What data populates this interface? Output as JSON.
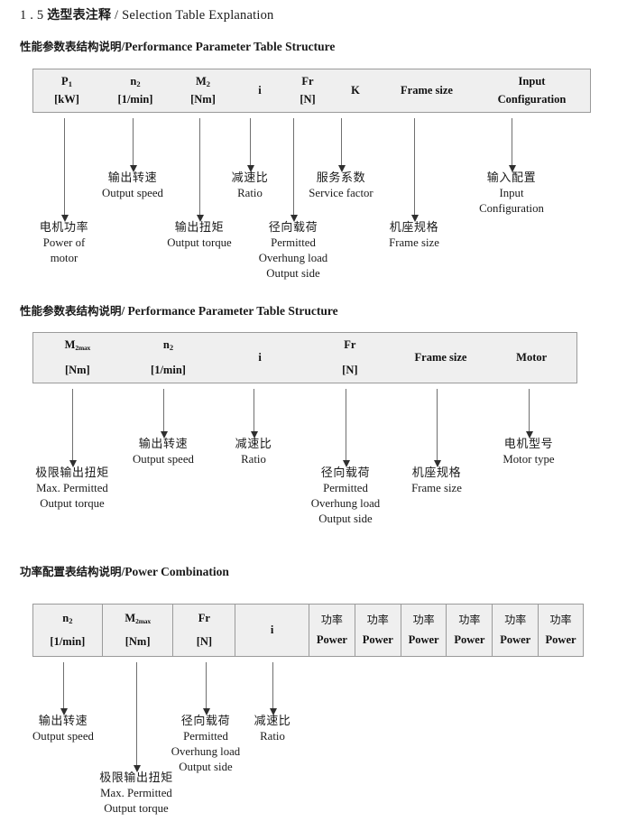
{
  "document": {
    "title_number": "1 . 5",
    "title_cn": "选型表注释",
    "title_sep": "/",
    "title_en": "Selection Table Explanation"
  },
  "sections": [
    {
      "heading_cn": "性能参数表结构说明",
      "heading_sep": "/",
      "heading_en": "Performance Parameter Table Structure",
      "table": {
        "columns": [
          {
            "line1": "P",
            "sub1": "1",
            "line2": "[kW]"
          },
          {
            "line1": "n",
            "sub1": "2",
            "line2": "[1/min]"
          },
          {
            "line1": "M",
            "sub1": "2",
            "line2": "[Nm]"
          },
          {
            "line1": "i",
            "sub1": "",
            "line2": ""
          },
          {
            "line1": "Fr",
            "sub1": "",
            "line2": "[N]"
          },
          {
            "line1": "K",
            "sub1": "",
            "line2": ""
          },
          {
            "line1": "Frame size",
            "sub1": "",
            "line2": ""
          },
          {
            "line1": "Input",
            "sub1": "",
            "line2": "Configuration"
          }
        ]
      },
      "annotations": [
        {
          "cn": "电机功率",
          "en": [
            "Power of",
            "motor"
          ]
        },
        {
          "cn": "输出转速",
          "en": [
            "Output speed"
          ]
        },
        {
          "cn": "输出扭矩",
          "en": [
            "Output torque"
          ]
        },
        {
          "cn": "减速比",
          "en": [
            "Ratio"
          ]
        },
        {
          "cn": "径向载荷",
          "en": [
            "Permitted",
            "Overhung load",
            "Output side"
          ]
        },
        {
          "cn": "服务系数",
          "en": [
            "Service factor"
          ]
        },
        {
          "cn": "机座规格",
          "en": [
            "Frame size"
          ]
        },
        {
          "cn": "输入配置",
          "en": [
            "Input",
            "Configuration"
          ]
        }
      ]
    },
    {
      "heading_cn": "性能参数表结构说明",
      "heading_sep": "/",
      "heading_en": "Performance Parameter Table Structure",
      "table": {
        "columns": [
          {
            "line1": "M",
            "sub1": "2max",
            "line2": "[Nm]"
          },
          {
            "line1": "n",
            "sub1": "2",
            "line2": "[1/min]"
          },
          {
            "line1": "i",
            "sub1": "",
            "line2": ""
          },
          {
            "line1": "Fr",
            "sub1": "",
            "line2": "[N]"
          },
          {
            "line1": "Frame size",
            "sub1": "",
            "line2": ""
          },
          {
            "line1": "Motor",
            "sub1": "",
            "line2": ""
          }
        ]
      },
      "annotations": [
        {
          "cn": "极限输出扭矩",
          "en": [
            "Max. Permitted",
            "Output  torque"
          ]
        },
        {
          "cn": "输出转速",
          "en": [
            "Output speed"
          ]
        },
        {
          "cn": "减速比",
          "en": [
            "Ratio"
          ]
        },
        {
          "cn": "径向载荷",
          "en": [
            "Permitted",
            "Overhung load",
            "Output side"
          ]
        },
        {
          "cn": "机座规格",
          "en": [
            "Frame size"
          ]
        },
        {
          "cn": "电机型号",
          "en": [
            "Motor type"
          ]
        }
      ]
    },
    {
      "heading_cn": "功率配置表结构说明",
      "heading_sep": "/",
      "heading_en": "Power Combination",
      "table": {
        "columns": [
          {
            "line1": "n",
            "sub1": "2",
            "line2": "[1/min]"
          },
          {
            "line1": "M",
            "sub1": "2max",
            "line2": "[Nm]"
          },
          {
            "line1": "Fr",
            "sub1": "",
            "line2": "[N]"
          },
          {
            "line1": "i",
            "sub1": "",
            "line2": ""
          },
          {
            "line1": "功率",
            "sub1": "",
            "line2": "Power"
          },
          {
            "line1": "功率",
            "sub1": "",
            "line2": "Power"
          },
          {
            "line1": "功率",
            "sub1": "",
            "line2": "Power"
          },
          {
            "line1": "功率",
            "sub1": "",
            "line2": "Power"
          },
          {
            "line1": "功率",
            "sub1": "",
            "line2": "Power"
          },
          {
            "line1": "功率",
            "sub1": "",
            "line2": "Power"
          }
        ]
      },
      "annotations": [
        {
          "cn": "输出转速",
          "en": [
            "Output speed"
          ]
        },
        {
          "cn": "极限输出扭矩",
          "en": [
            "Max. Permitted",
            "Output  torque"
          ]
        },
        {
          "cn": "径向载荷",
          "en": [
            "Permitted",
            "Overhung load",
            "Output side"
          ]
        },
        {
          "cn": "减速比",
          "en": [
            "Ratio"
          ]
        }
      ]
    }
  ],
  "colors": {
    "table_fill": "#efefef",
    "table_border": "#9a9a9a",
    "arrow": "#2f2f2f",
    "text": "#1a1a1a"
  }
}
